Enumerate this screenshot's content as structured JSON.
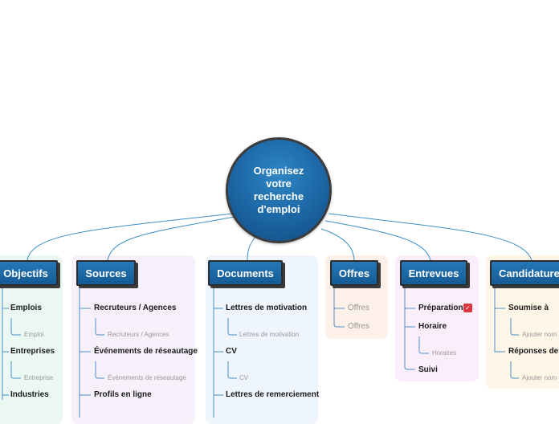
{
  "central_topic": "Organisez\nvotre\nrecherche\nd'emploi",
  "branches": [
    {
      "label": "Objectifs",
      "items": [
        {
          "label": "Emplois",
          "sub": "Emploi"
        },
        {
          "label": "Entreprises",
          "sub": "Entreprise"
        },
        {
          "label": "Industries"
        }
      ]
    },
    {
      "label": "Sources",
      "items": [
        {
          "label": "Recruteurs / Agences",
          "sub": "Recruteurs / Agences"
        },
        {
          "label": "Événements de réseautage",
          "sub": "Événements de réseautage"
        },
        {
          "label": "Profils en ligne"
        }
      ]
    },
    {
      "label": "Documents",
      "items": [
        {
          "label": "Lettres de motivation",
          "sub": "Lettres de motivation"
        },
        {
          "label": "CV",
          "sub": "CV"
        },
        {
          "label": "Lettres de remerciement"
        }
      ]
    },
    {
      "label": "Offres",
      "items": [
        {
          "label": "Offres"
        },
        {
          "label": "Offres"
        }
      ]
    },
    {
      "label": "Entrevues",
      "items": [
        {
          "label": "Préparation",
          "badge_icon": "checklist-icon"
        },
        {
          "label": "Horaire",
          "sub": "Horaires"
        },
        {
          "label": "Suivi"
        }
      ]
    },
    {
      "label": "Candidatures",
      "items": [
        {
          "label": "Soumise à",
          "sub": "Ajouter nom"
        },
        {
          "label": "Réponses de",
          "sub": "Ajouter nom"
        }
      ]
    }
  ],
  "colors": {
    "node_fill": "#1a62a0",
    "connector": "#3b8fc9",
    "panel_objectifs": "#eaf7f3",
    "panel_sources": "#f6f0fb",
    "panel_documents": "#eef5fc",
    "panel_offres": "#fcf0e8",
    "panel_entrevues": "#fbeefb",
    "panel_candidatures": "#fdf5e6"
  }
}
